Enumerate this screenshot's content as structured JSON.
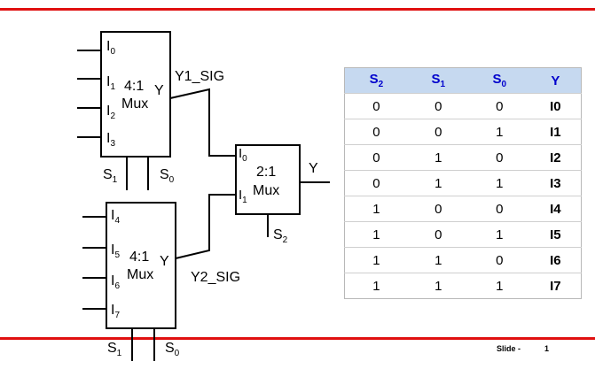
{
  "mux_top": {
    "inputs": [
      {
        "base": "I",
        "sub": "0"
      },
      {
        "base": "I",
        "sub": "1"
      },
      {
        "base": "I",
        "sub": "2"
      },
      {
        "base": "I",
        "sub": "3"
      }
    ],
    "title_line1": "4:1",
    "title_line2": "Mux",
    "output": "Y",
    "selects": [
      {
        "base": "S",
        "sub": "1"
      },
      {
        "base": "S",
        "sub": "0"
      }
    ]
  },
  "mux_bottom": {
    "inputs": [
      {
        "base": "I",
        "sub": "4"
      },
      {
        "base": "I",
        "sub": "5"
      },
      {
        "base": "I",
        "sub": "6"
      },
      {
        "base": "I",
        "sub": "7"
      }
    ],
    "title_line1": "4:1",
    "title_line2": "Mux",
    "output": "Y",
    "selects": [
      {
        "base": "S",
        "sub": "1"
      },
      {
        "base": "S",
        "sub": "0"
      }
    ]
  },
  "mux_final": {
    "inputs": [
      {
        "base": "I",
        "sub": "0"
      },
      {
        "base": "I",
        "sub": "1"
      }
    ],
    "title_line1": "2:1",
    "title_line2": "Mux",
    "output": "Y",
    "select": {
      "base": "S",
      "sub": "2"
    }
  },
  "signals": {
    "top": "Y1_SIG",
    "bottom": "Y2_SIG"
  },
  "truth_table": {
    "headers": [
      {
        "base": "S",
        "sub": "2"
      },
      {
        "base": "S",
        "sub": "1"
      },
      {
        "base": "S",
        "sub": "0"
      },
      {
        "base": "Y",
        "sub": ""
      }
    ],
    "rows": [
      [
        "0",
        "0",
        "0",
        "I0"
      ],
      [
        "0",
        "0",
        "1",
        "I1"
      ],
      [
        "0",
        "1",
        "0",
        "I2"
      ],
      [
        "0",
        "1",
        "1",
        "I3"
      ],
      [
        "1",
        "0",
        "0",
        "I4"
      ],
      [
        "1",
        "0",
        "1",
        "I5"
      ],
      [
        "1",
        "1",
        "0",
        "I6"
      ],
      [
        "1",
        "1",
        "1",
        "I7"
      ]
    ]
  },
  "footer": {
    "slide_label": "Slide -",
    "slide_number": "1"
  },
  "colors": {
    "rule": "#e01010",
    "header_bg": "#c6d9f0",
    "header_text": "#0000cc"
  }
}
